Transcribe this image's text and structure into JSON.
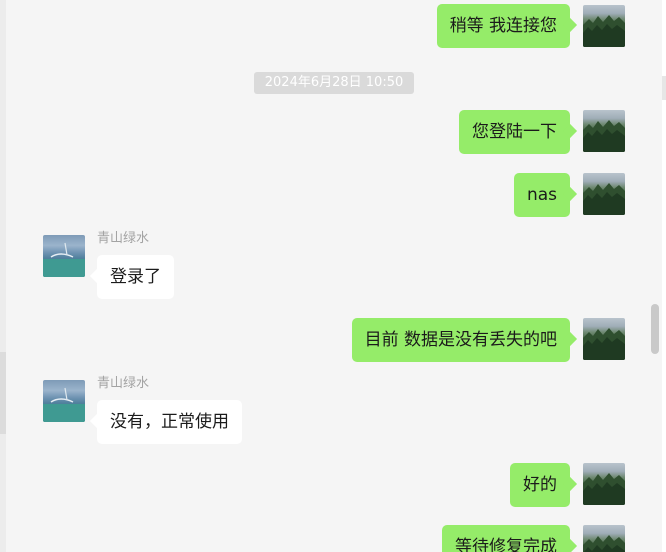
{
  "chat": {
    "timestamp": "2024年6月28日 10:50",
    "contact_name": "青山绿水",
    "messages": [
      {
        "direction": "out",
        "text": "稍等 我连接您"
      },
      {
        "direction": "out",
        "text": "您登陆一下"
      },
      {
        "direction": "out",
        "text": "nas"
      },
      {
        "direction": "in",
        "sender": "青山绿水",
        "text": "登录了"
      },
      {
        "direction": "out",
        "text": "目前 数据是没有丢失的吧"
      },
      {
        "direction": "in",
        "sender": "青山绿水",
        "text": "没有，正常使用"
      },
      {
        "direction": "out",
        "text": "好的"
      },
      {
        "direction": "out",
        "text": "等待修复完成"
      }
    ]
  },
  "colors": {
    "outgoing_bubble": "#95ec69",
    "incoming_bubble": "#ffffff",
    "background": "#f5f5f5",
    "timestamp_bg": "#dadada",
    "sender_name": "#a3a3a3"
  },
  "icons": {
    "self_avatar": "forest-landscape-avatar",
    "contact_avatar": "seascape-avatar"
  }
}
